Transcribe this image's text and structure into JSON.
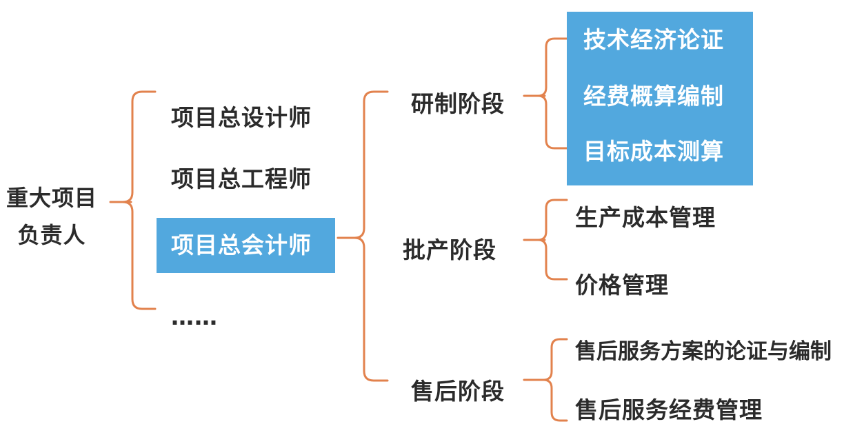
{
  "colors": {
    "bracket": "#e2824d",
    "highlight": "#52a8de",
    "text": "#2b2b2b",
    "highlight_text": "#ffffff"
  },
  "root": {
    "line1": "重大项目",
    "line2": "负责人"
  },
  "roles": [
    {
      "label": "项目总设计师"
    },
    {
      "label": "项目总工程师"
    },
    {
      "label": "项目总会计师",
      "highlighted": true
    },
    {
      "label": "……"
    }
  ],
  "stages": [
    {
      "label": "研制阶段",
      "items": [
        "技术经济论证",
        "经费概算编制",
        "目标成本测算"
      ],
      "highlighted": true
    },
    {
      "label": "批产阶段",
      "items": [
        "生产成本管理",
        "价格管理"
      ]
    },
    {
      "label": "售后阶段",
      "items": [
        "售后服务方案的论证与编制",
        "售后服务经费管理"
      ]
    }
  ]
}
